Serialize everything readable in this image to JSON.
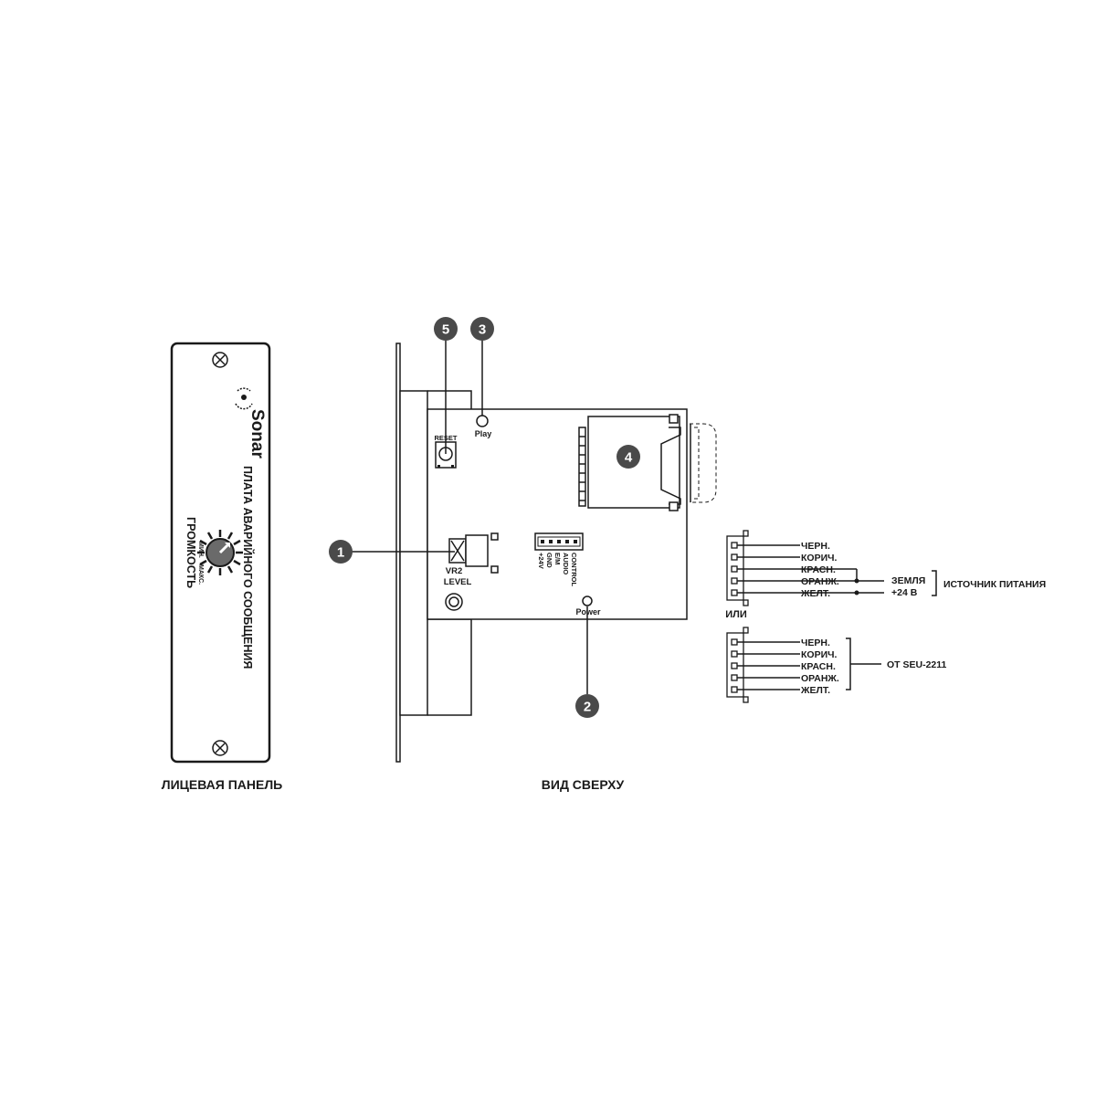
{
  "front_panel": {
    "brand": "Sonar",
    "title": "ПЛАТА АВАРИЙНОГО СООБЩЕНИЯ",
    "knob_label": "ГРОМКОСТЬ",
    "min_label": "МИН.",
    "max_label": "МАКС.",
    "caption": "ЛИЦЕВАЯ ПАНЕЛЬ"
  },
  "top_view": {
    "caption": "ВИД СВЕРХУ",
    "reset_label": "RESET",
    "play_label": "Play",
    "vr_label": "VR2",
    "level_label": "LEVEL",
    "power_label": "Power",
    "pin_labels": [
      "+24V",
      "GND",
      "E/M",
      "AUDIO",
      "CONTROL"
    ],
    "callouts": [
      "1",
      "2",
      "3",
      "4",
      "5"
    ]
  },
  "wiring": {
    "wires_a": [
      "ЧЕРН.",
      "КОРИЧ.",
      "КРАСН.",
      "ОРАНЖ.",
      "ЖЕЛТ."
    ],
    "ground_label": "ЗЕМЛЯ",
    "plus24_label": "+24 В",
    "power_source_label": "ИСТОЧНИК ПИТАНИЯ",
    "or_label": "ИЛИ",
    "wires_b": [
      "ЧЕРН.",
      "КОРИЧ.",
      "КРАСН.",
      "ОРАНЖ.",
      "ЖЕЛТ."
    ],
    "from_label": "ОТ SEU-2211"
  },
  "colors": {
    "ink": "#1a1a1a",
    "callout_fill": "#4a4a4a",
    "background": "#ffffff"
  }
}
